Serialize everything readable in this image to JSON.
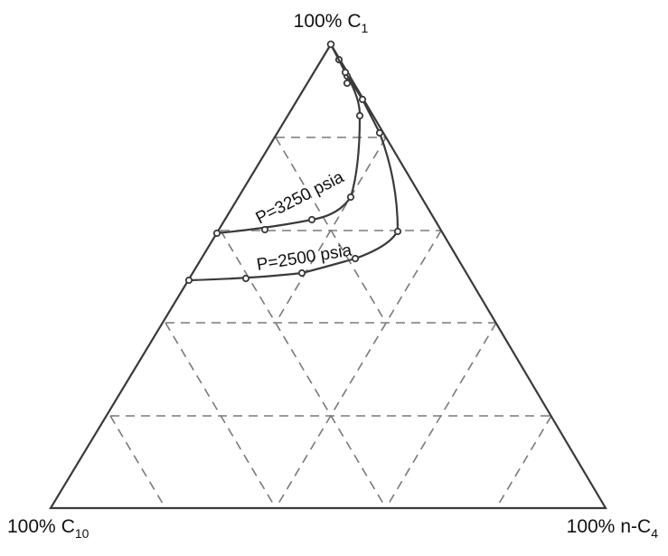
{
  "diagram": {
    "vertices": {
      "top": {
        "percent": "100%",
        "component": "C",
        "subscript": "1"
      },
      "left": {
        "percent": "100%",
        "component": "C",
        "subscript": "10"
      },
      "right": {
        "percent": "100%",
        "component": "n-C",
        "subscript": "4"
      }
    },
    "envelopes": [
      {
        "label": "P=3250 psia"
      },
      {
        "label": "P=2500 psia"
      }
    ],
    "colors": {
      "line": "#3a3a3a",
      "grid": "#7a7a7a",
      "text": "#111111",
      "background": "#ffffff"
    }
  }
}
